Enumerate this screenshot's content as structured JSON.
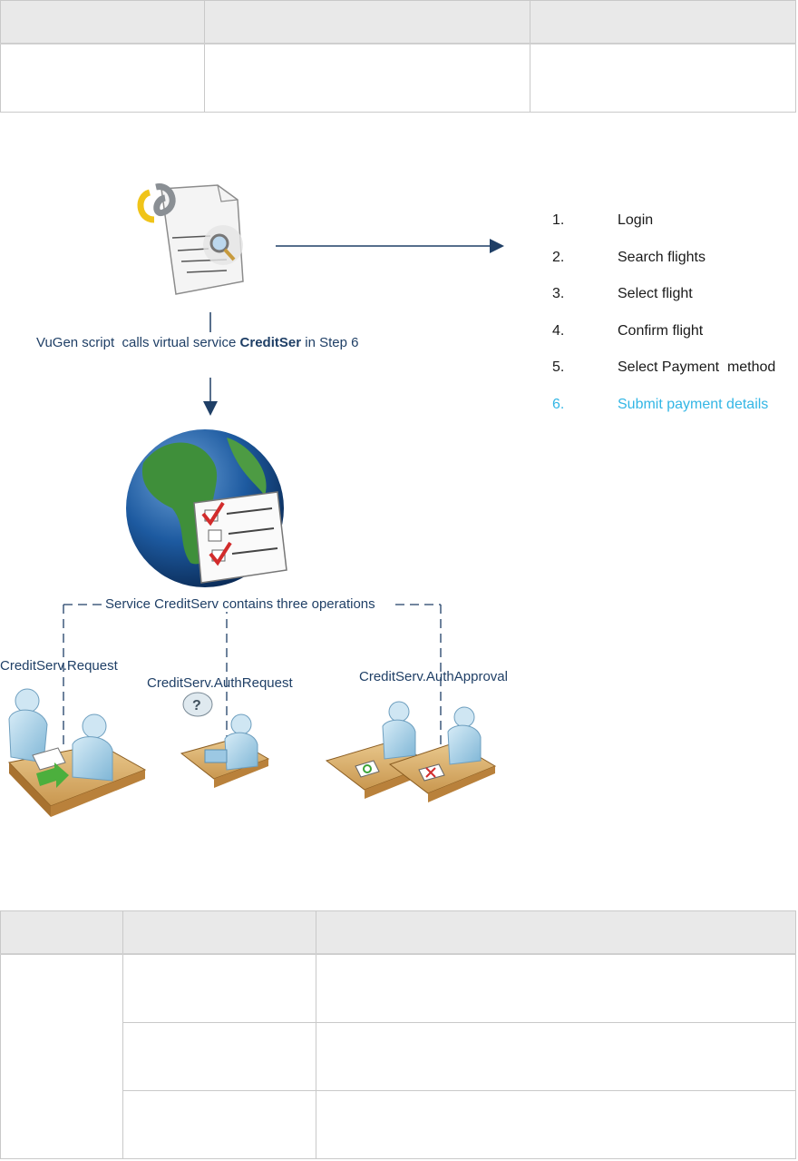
{
  "top_table": {
    "columns": 3,
    "rows": 1
  },
  "process": {
    "steps": [
      {
        "num": "1.",
        "text": "Login"
      },
      {
        "num": "2.",
        "text": "Search flights"
      },
      {
        "num": "3.",
        "text": "Select flight"
      },
      {
        "num": "4.",
        "text": "Confirm flight"
      },
      {
        "num": "5.",
        "text": "Select Payment  method"
      },
      {
        "num": "6.",
        "text": "Submit payment details"
      }
    ],
    "active_step_color": "#33b6e5"
  },
  "labels": {
    "script_call_prefix": "VuGen script  calls virtual service ",
    "script_call_service": "CreditSer",
    "script_call_suffix": " in Step 6",
    "service_contains": "Service CreditServ contains three operations",
    "op_request": "CreditServ.Request",
    "op_auth_request": "CreditServ.AuthRequest",
    "op_auth_approval": "CreditServ.AuthApproval"
  },
  "icons": {
    "script": "vugen-script-icon",
    "service": "virtual-service-globe-icon",
    "op_request": "people-handoff-icon",
    "op_auth_request": "phone-question-icon",
    "op_auth_approval": "approval-icon"
  },
  "colors": {
    "connector": "#1f3f66",
    "label": "#1f3f66"
  },
  "bottom_table": {
    "columns": 3,
    "rows": 3
  }
}
